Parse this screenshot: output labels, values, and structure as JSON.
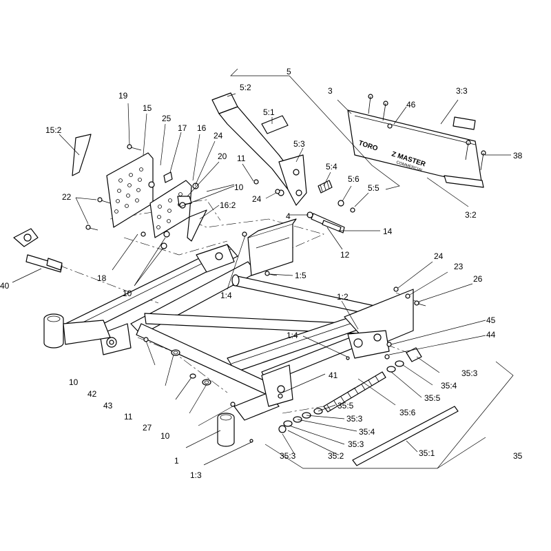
{
  "decal": {
    "brand": "TORO",
    "model": "Z MASTER",
    "sub": "COMMERCIAL"
  },
  "callouts": [
    {
      "id": "c5",
      "text": "5"
    },
    {
      "id": "c5_2",
      "text": "5:2"
    },
    {
      "id": "c5_1",
      "text": "5:1"
    },
    {
      "id": "c5_3",
      "text": "5:3"
    },
    {
      "id": "c5_4",
      "text": "5:4"
    },
    {
      "id": "c5_6",
      "text": "5:6"
    },
    {
      "id": "c5_5",
      "text": "5:5"
    },
    {
      "id": "c3",
      "text": "3"
    },
    {
      "id": "c46",
      "text": "46"
    },
    {
      "id": "c3_3",
      "text": "3:3"
    },
    {
      "id": "c38",
      "text": "38"
    },
    {
      "id": "c3_2",
      "text": "3:2"
    },
    {
      "id": "c19",
      "text": "19"
    },
    {
      "id": "c15",
      "text": "15"
    },
    {
      "id": "c25",
      "text": "25"
    },
    {
      "id": "c17",
      "text": "17"
    },
    {
      "id": "c16",
      "text": "16"
    },
    {
      "id": "c24a",
      "text": "24"
    },
    {
      "id": "c20",
      "text": "20"
    },
    {
      "id": "c11a",
      "text": "11"
    },
    {
      "id": "c10a",
      "text": "10"
    },
    {
      "id": "c15_2",
      "text": "15:2"
    },
    {
      "id": "c22",
      "text": "22"
    },
    {
      "id": "c16_2",
      "text": "16:2"
    },
    {
      "id": "c24b",
      "text": "24"
    },
    {
      "id": "c4",
      "text": "4"
    },
    {
      "id": "c14",
      "text": "14"
    },
    {
      "id": "c12",
      "text": "12"
    },
    {
      "id": "c18",
      "text": "18"
    },
    {
      "id": "c10b",
      "text": "10"
    },
    {
      "id": "c40",
      "text": "40"
    },
    {
      "id": "c1_5",
      "text": "1:5"
    },
    {
      "id": "c1_4a",
      "text": "1:4"
    },
    {
      "id": "c24c",
      "text": "24"
    },
    {
      "id": "c23",
      "text": "23"
    },
    {
      "id": "c26",
      "text": "26"
    },
    {
      "id": "c1_2",
      "text": "1:2"
    },
    {
      "id": "c45",
      "text": "45"
    },
    {
      "id": "c44",
      "text": "44"
    },
    {
      "id": "c1_4b",
      "text": "1:4"
    },
    {
      "id": "c35_3a",
      "text": "35:3"
    },
    {
      "id": "c35_4a",
      "text": "35:4"
    },
    {
      "id": "c35_5a",
      "text": "35:5"
    },
    {
      "id": "c41",
      "text": "41"
    },
    {
      "id": "c35_5b",
      "text": "35:5"
    },
    {
      "id": "c35_3b",
      "text": "35:3"
    },
    {
      "id": "c35_4b",
      "text": "35:4"
    },
    {
      "id": "c35_6",
      "text": "35:6"
    },
    {
      "id": "c35_3c",
      "text": "35:3"
    },
    {
      "id": "c35_3d",
      "text": "35:3"
    },
    {
      "id": "c35_2",
      "text": "35:2"
    },
    {
      "id": "c35_1",
      "text": "35:1"
    },
    {
      "id": "c35",
      "text": "35"
    },
    {
      "id": "c10c",
      "text": "10"
    },
    {
      "id": "c42",
      "text": "42"
    },
    {
      "id": "c43",
      "text": "43"
    },
    {
      "id": "c11b",
      "text": "11"
    },
    {
      "id": "c27",
      "text": "27"
    },
    {
      "id": "c10d",
      "text": "10"
    },
    {
      "id": "c1",
      "text": "1"
    },
    {
      "id": "c1_3",
      "text": "1:3"
    }
  ]
}
